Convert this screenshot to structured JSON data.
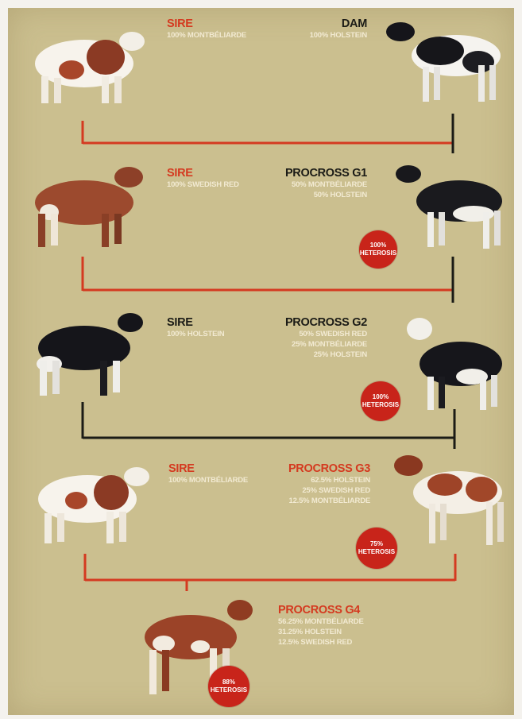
{
  "rows": [
    {
      "sire": {
        "title": "SIRE",
        "lines": [
          "100% MONTBÉLIARDE"
        ]
      },
      "dam": {
        "title": "DAM",
        "lines": [
          "100% HOLSTEIN"
        ]
      }
    },
    {
      "sire": {
        "title": "SIRE",
        "lines": [
          "100% SWEDISH RED"
        ]
      },
      "dam": {
        "title": "PROCROSS G1",
        "lines": [
          "50% MONTBÉLIARDE",
          "50% HOLSTEIN"
        ]
      },
      "heterosis": {
        "value": "100%",
        "label": "HETEROSIS"
      }
    },
    {
      "sire": {
        "title": "SIRE",
        "lines": [
          "100% HOLSTEIN"
        ]
      },
      "dam": {
        "title": "PROCROSS G2",
        "lines": [
          "50% SWEDISH RED",
          "25% MONTBÉLIARDE",
          "25% HOLSTEIN"
        ]
      },
      "heterosis": {
        "value": "100%",
        "label": "HETEROSIS"
      }
    },
    {
      "sire": {
        "title": "SIRE",
        "lines": [
          "100% MONTBÉLIARDE"
        ]
      },
      "dam": {
        "title": "PROCROSS G3",
        "lines": [
          "62.5% HOLSTEIN",
          "25% SWEDISH RED",
          "12.5% MONTBÉLIARDE"
        ]
      },
      "heterosis": {
        "value": "75%",
        "label": "HETEROSIS"
      }
    }
  ],
  "offspring": {
    "title": "PROCROSS G4",
    "lines": [
      "56.25% MONTBÉLIARDE",
      "31.25% HOLSTEIN",
      "12.5% SWEDISH RED"
    ],
    "heterosis": {
      "value": "88%",
      "label": "HETEROSIS"
    }
  },
  "colors": {
    "background": "#cbbf8f",
    "accent_red": "#d43a20",
    "badge_red": "#c8241a",
    "dark": "#1b1b16",
    "subtext": "#f2ead2"
  },
  "animals": {
    "montbeliarde": "red-pied",
    "swedish_red": "solid red",
    "holstein": "black-and-white"
  }
}
